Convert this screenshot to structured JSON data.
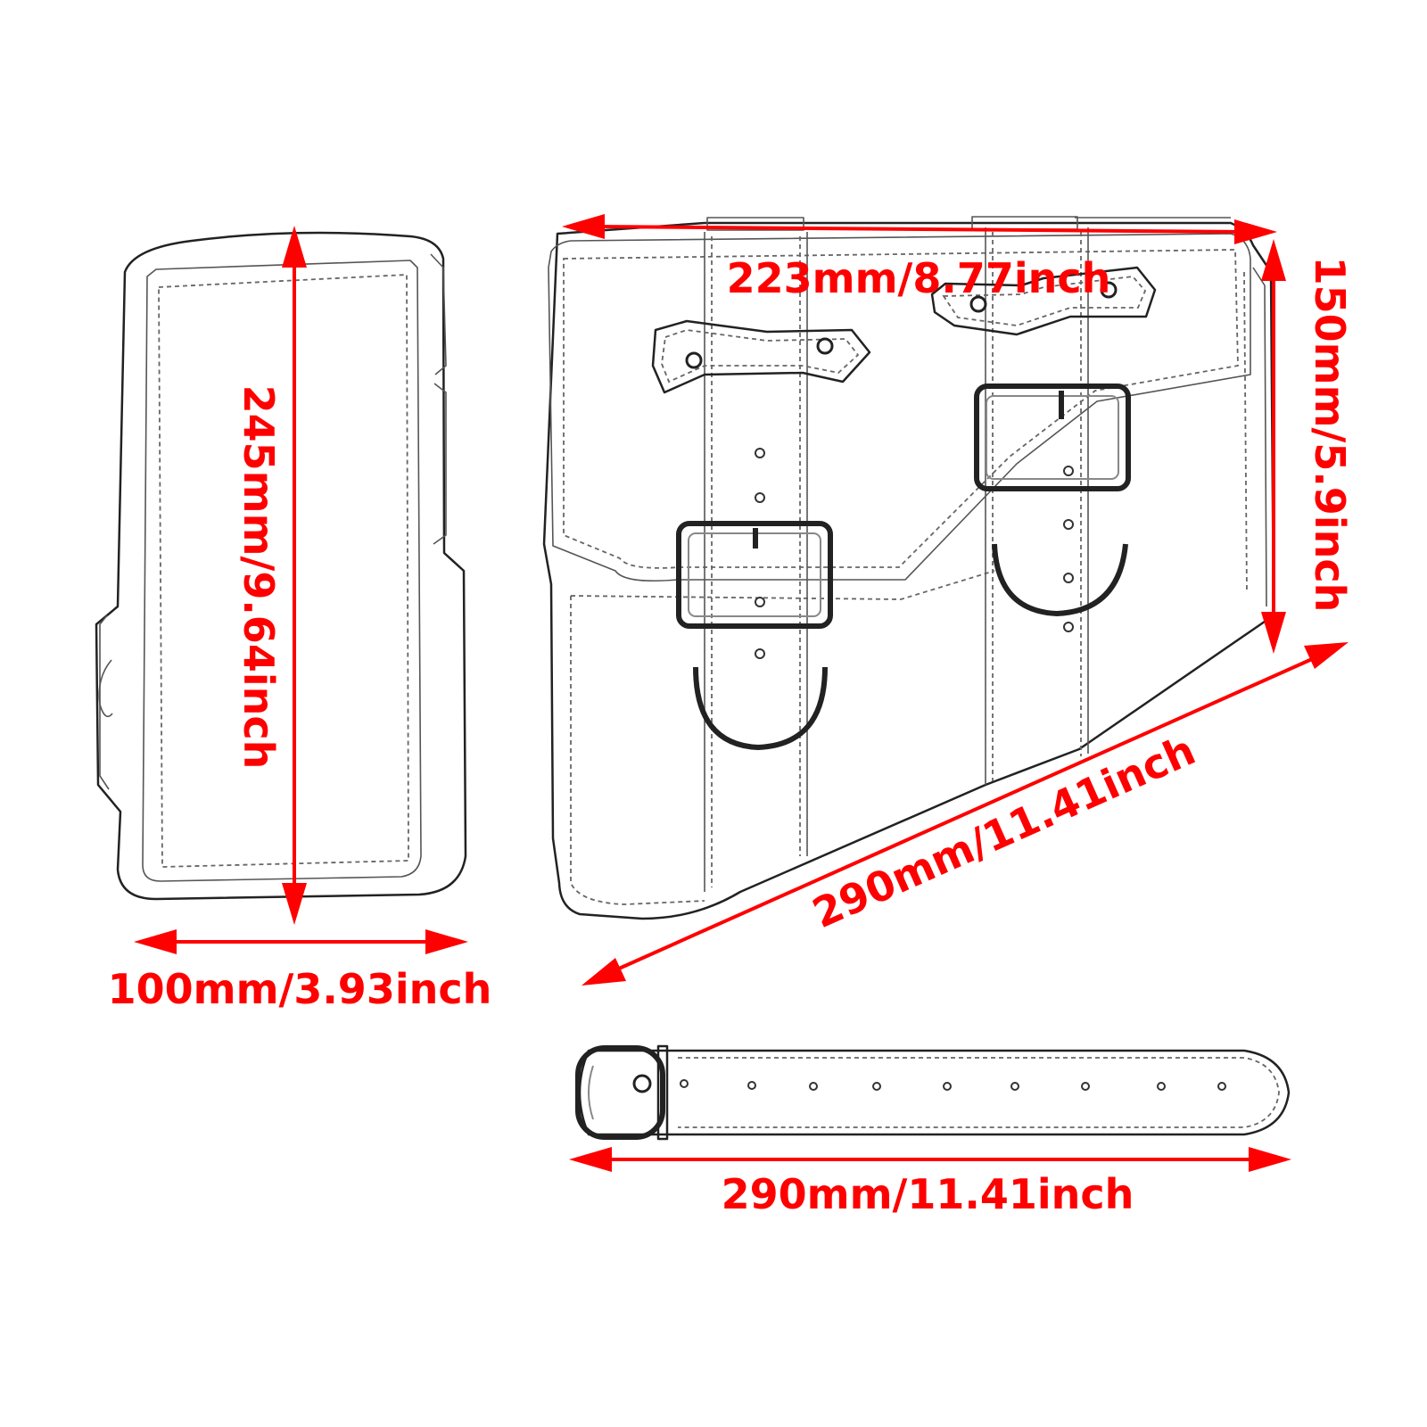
{
  "dimensions": {
    "side_height": "245mm/9.64inch",
    "side_width": "100mm/3.93inch",
    "top_width": "223mm/8.77inch",
    "right_height": "150mm/5.9inch",
    "diagonal": "290mm/11.41inch",
    "strap_length": "290mm/11.41inch"
  },
  "colors": {
    "dimension": "#ff0000",
    "outline": "#222222"
  }
}
